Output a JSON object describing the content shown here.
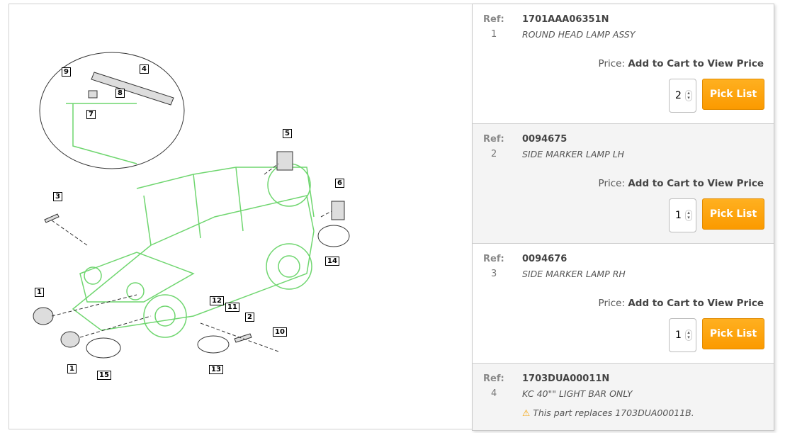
{
  "diagram": {
    "callouts": [
      "1",
      "1",
      "2",
      "3",
      "4",
      "5",
      "6",
      "7",
      "8",
      "9",
      "10",
      "11",
      "12",
      "13",
      "14",
      "15"
    ]
  },
  "labels": {
    "ref": "Ref:",
    "price": "Price:",
    "price_value": "Add to Cart to View Price",
    "pick": "Pick List"
  },
  "parts": [
    {
      "ref": "1",
      "number": "1701AAA06351N",
      "description": "ROUND HEAD LAMP ASSY",
      "qty": "2"
    },
    {
      "ref": "2",
      "number": "0094675",
      "description": "SIDE MARKER LAMP LH",
      "qty": "1"
    },
    {
      "ref": "3",
      "number": "0094676",
      "description": "SIDE MARKER LAMP RH",
      "qty": "1"
    },
    {
      "ref": "4",
      "number": "1703DUA00011N",
      "description": "KC 40\"\" LIGHT BAR ONLY",
      "note": "This part replaces 1703DUA00011B."
    }
  ]
}
